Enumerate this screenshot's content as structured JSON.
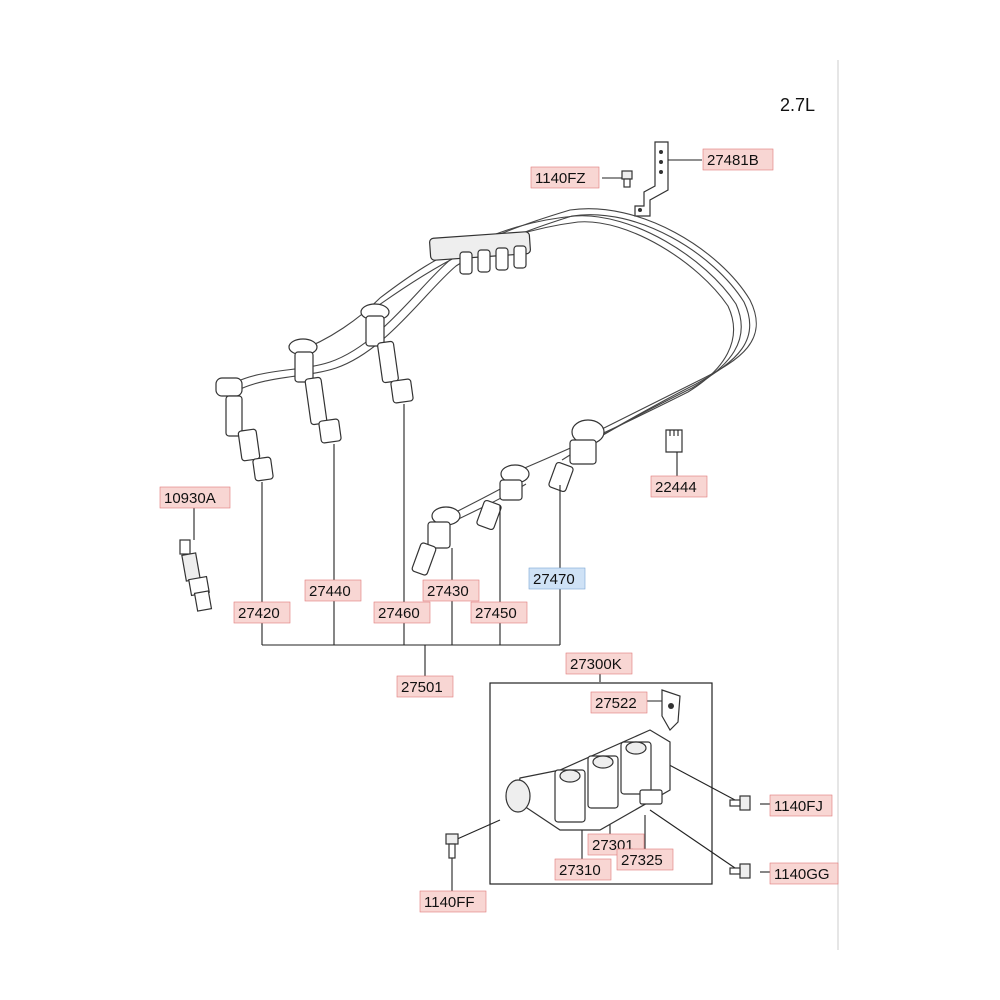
{
  "diagram": {
    "engine_label": "2.7L",
    "colors": {
      "label_fill": "#f8d6d3",
      "highlight_fill": "#cfe2f6",
      "line": "#222222"
    },
    "parts": {
      "p_1140FZ": "1140FZ",
      "p_27481B": "27481B",
      "p_22444": "22444",
      "p_10930A": "10930A",
      "p_27440": "27440",
      "p_27430": "27430",
      "p_27470": "27470",
      "p_27420": "27420",
      "p_27460": "27460",
      "p_27450": "27450",
      "p_27501": "27501",
      "p_27300K": "27300K",
      "p_27522": "27522",
      "p_1140FJ": "1140FJ",
      "p_27301": "27301",
      "p_27325": "27325",
      "p_27310": "27310",
      "p_1140GG": "1140GG",
      "p_1140FF": "1140FF"
    },
    "highlighted_part": "27470"
  }
}
